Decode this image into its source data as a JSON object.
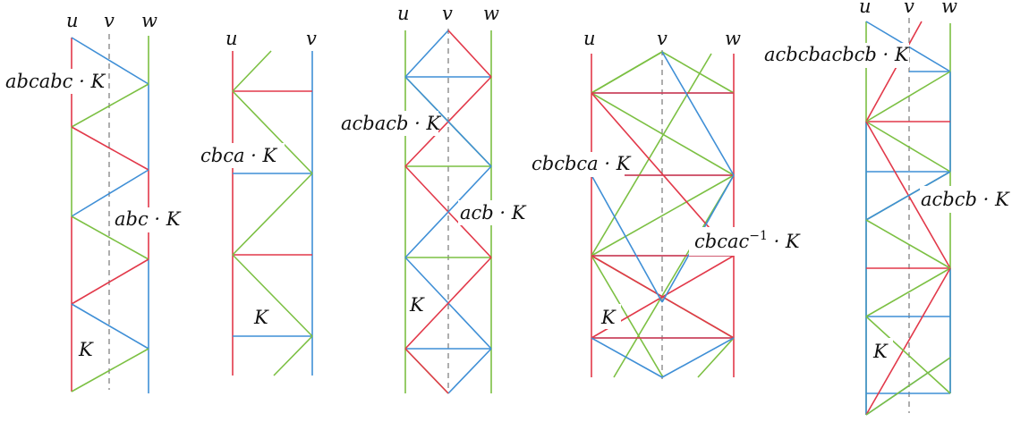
{
  "panels": [
    {
      "axes": {
        "u": "u",
        "v": "v",
        "w": "w"
      },
      "labels": {
        "top": "abcabc · K",
        "middle": "abc · K",
        "bottom": "K"
      }
    },
    {
      "axes": {
        "u": "u",
        "v": "v"
      },
      "labels": {
        "top": "cbca · K",
        "bottom": "K"
      }
    },
    {
      "axes": {
        "u": "u",
        "v": "v",
        "w": "w"
      },
      "labels": {
        "top": "acbacb · K",
        "middle": "acb · K",
        "bottom": "K"
      }
    },
    {
      "axes": {
        "u": "u",
        "v": "v",
        "w": "w"
      },
      "labels": {
        "top": "cbcbca · K",
        "middle_base": "cbcac",
        "middle_sup": "−1",
        "middle_tail": " · K",
        "bottom": "K"
      }
    },
    {
      "axes": {
        "u": "u",
        "v": "v",
        "w": "w"
      },
      "labels": {
        "top": "acbcbacbcb · K",
        "middle": "acbcb · K",
        "bottom": "K"
      }
    }
  ],
  "colors": {
    "red": "#e2394a",
    "blue": "#3f8fd6",
    "green": "#7cc043",
    "dashed": "#777777"
  }
}
